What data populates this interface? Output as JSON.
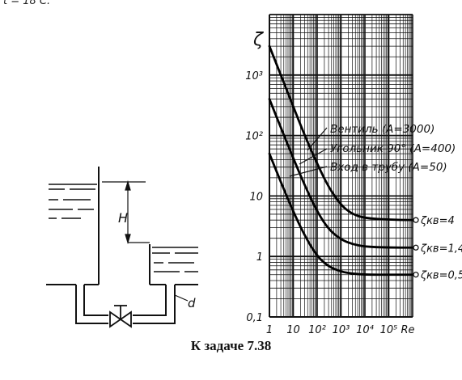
{
  "top_fragment": "t = 18 C.",
  "caption": "К задаче 7.38",
  "schematic": {
    "labels": {
      "head": "H",
      "diameter": "d"
    }
  },
  "chart_data": {
    "type": "line",
    "x_scale": "log",
    "y_scale": "log",
    "xlim": [
      1,
      1000000
    ],
    "ylim": [
      0.1,
      10000
    ],
    "ylabel": "ζ",
    "xlabel": "Re",
    "x_ticks": [
      "1",
      "10",
      "10²",
      "10³",
      "10⁴",
      "10⁵",
      "Re"
    ],
    "y_ticks": [
      "0,1",
      "1",
      "10",
      "10²",
      "10³"
    ],
    "series": [
      {
        "name": "Вентиль (A=3000)",
        "asymptote_label": "ζкв=4",
        "x": [
          1,
          3,
          10,
          30,
          100,
          300,
          1000,
          3000,
          10000,
          100000,
          1000000
        ],
        "values": [
          3000,
          1000,
          300,
          100,
          34,
          14,
          7,
          5,
          4.3,
          4.05,
          4
        ]
      },
      {
        "name": "Угольник 90° (A=400)",
        "asymptote_label": "ζкв=1,4",
        "x": [
          1,
          3,
          10,
          30,
          100,
          300,
          1000,
          3000,
          10000,
          100000,
          1000000
        ],
        "values": [
          400,
          135,
          42,
          15,
          5.5,
          2.8,
          1.9,
          1.6,
          1.45,
          1.4,
          1.4
        ]
      },
      {
        "name": "Вход в трубу (A=50)",
        "asymptote_label": "ζкв=0,5",
        "x": [
          1,
          3,
          10,
          30,
          100,
          300,
          1000,
          3000,
          10000,
          100000,
          1000000
        ],
        "values": [
          50,
          17,
          5.5,
          2.2,
          1.0,
          0.68,
          0.56,
          0.52,
          0.5,
          0.5,
          0.5
        ]
      }
    ]
  }
}
